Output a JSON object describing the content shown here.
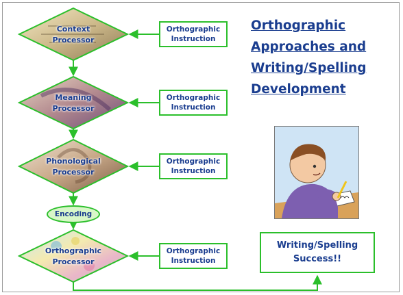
{
  "slide": {
    "title_lines": [
      "Orthographic",
      "Approaches and",
      "Writing/Spelling",
      "Development"
    ]
  },
  "processors": [
    {
      "label_lines": [
        "Context",
        "Processor"
      ]
    },
    {
      "label_lines": [
        "Meaning",
        "Processor"
      ]
    },
    {
      "label_lines": [
        "Phonological",
        "Processor"
      ]
    },
    {
      "label_lines": [
        "Orthographic",
        "Processor"
      ]
    }
  ],
  "instruction_boxes": [
    {
      "lines": [
        "Orthographic",
        "Instruction"
      ]
    },
    {
      "lines": [
        "Orthographic",
        "Instruction"
      ]
    },
    {
      "lines": [
        "Orthographic",
        "Instruction"
      ]
    },
    {
      "lines": [
        "Orthographic",
        "Instruction"
      ]
    }
  ],
  "encoding": {
    "label": "Encoding"
  },
  "success": {
    "lines": [
      "Writing/Spelling",
      "Success!!"
    ]
  },
  "illustration": {
    "icon": "child-writing-icon"
  },
  "colors": {
    "accent_green": "#2bbf2b",
    "text_navy": "#1a3d8f"
  }
}
